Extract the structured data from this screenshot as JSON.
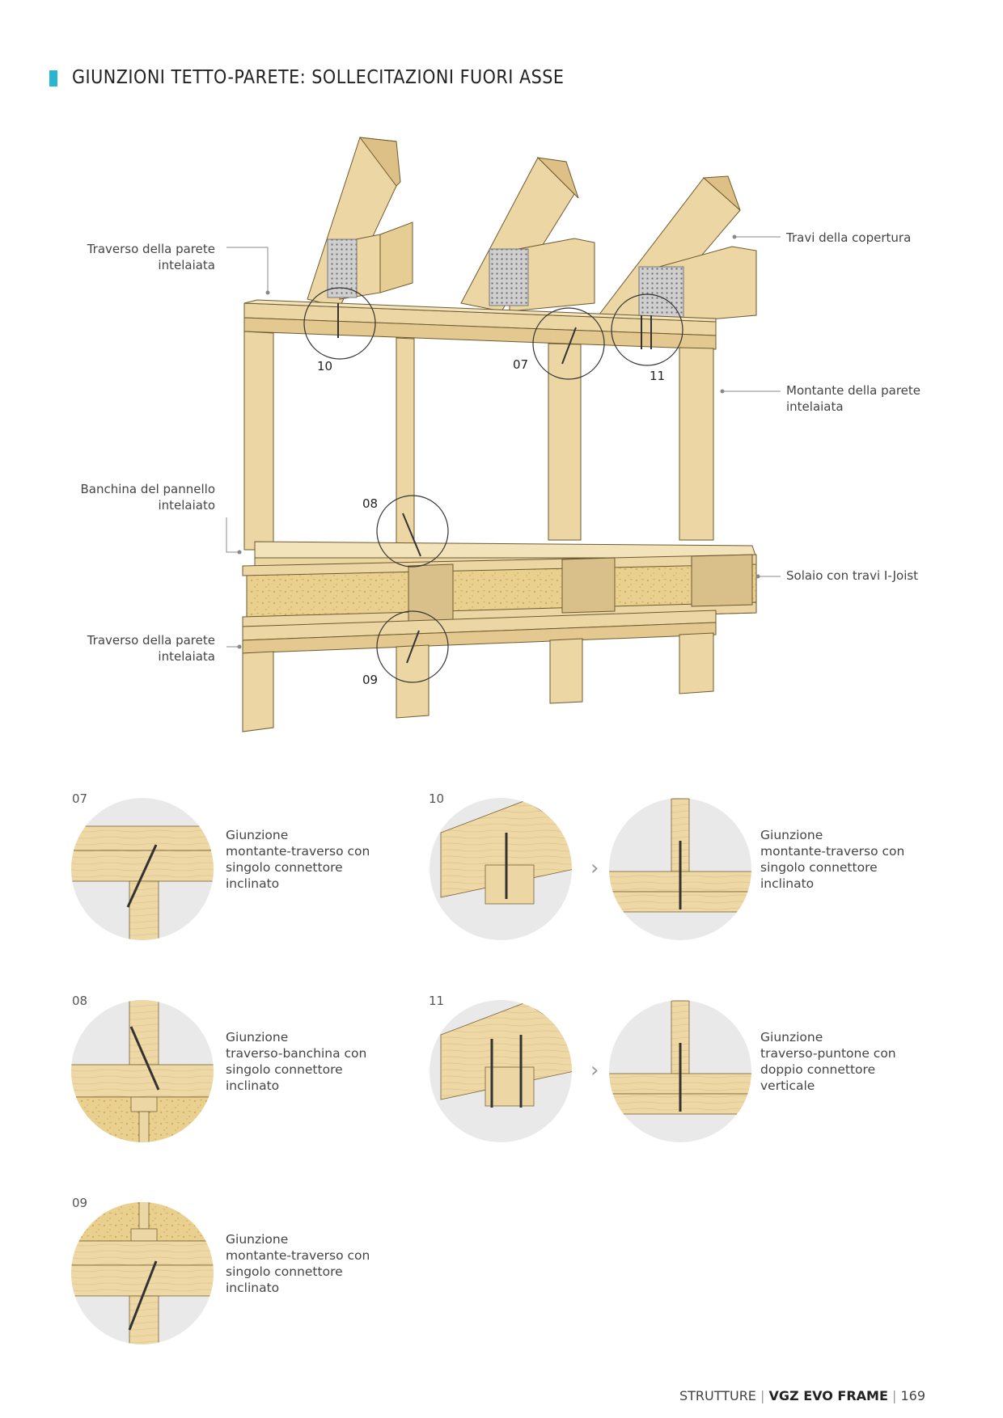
{
  "header": {
    "title": "GIUNZIONI TETTO-PARETE: SOLLECITAZIONI FUORI ASSE",
    "accent_color": "#29b6d3"
  },
  "main_figure": {
    "labels": {
      "traverso_top": [
        "Traverso della parete",
        "intelaiata"
      ],
      "travi_copertura": "Travi della copertura",
      "montante": [
        "Montante della parete",
        "intelaiata"
      ],
      "banchina": [
        "Banchina del pannello",
        "intelaiato"
      ],
      "solaio": "Solaio con travi I-Joist",
      "traverso_bottom": [
        "Traverso della parete",
        "intelaiata"
      ]
    },
    "callouts": [
      "10",
      "07",
      "11",
      "08",
      "09"
    ]
  },
  "details": [
    {
      "num": "07",
      "desc": [
        "Giunzione",
        "montante-traverso con",
        "singolo connettore",
        "inclinato"
      ]
    },
    {
      "num": "10",
      "desc": [
        "Giunzione",
        "montante-traverso con",
        "singolo connettore",
        "inclinato"
      ]
    },
    {
      "num": "08",
      "desc": [
        "Giunzione",
        "traverso-banchina con",
        "singolo connettore",
        "inclinato"
      ]
    },
    {
      "num": "11",
      "desc": [
        "Giunzione",
        "traverso-puntone con",
        "doppio connettore",
        "verticale"
      ]
    },
    {
      "num": "09",
      "desc": [
        "Giunzione",
        "montante-traverso con",
        "singolo connettore",
        "inclinato"
      ]
    }
  ],
  "footer": {
    "section": "STRUTTURE",
    "product": "VGZ EVO FRAME",
    "page": "169"
  },
  "colors": {
    "wood": "#ecd7a4",
    "wood_dark": "#d9bd82",
    "osb": "#e9cf8c",
    "circle_bg": "#e9e9e9",
    "screw": "#333333"
  }
}
